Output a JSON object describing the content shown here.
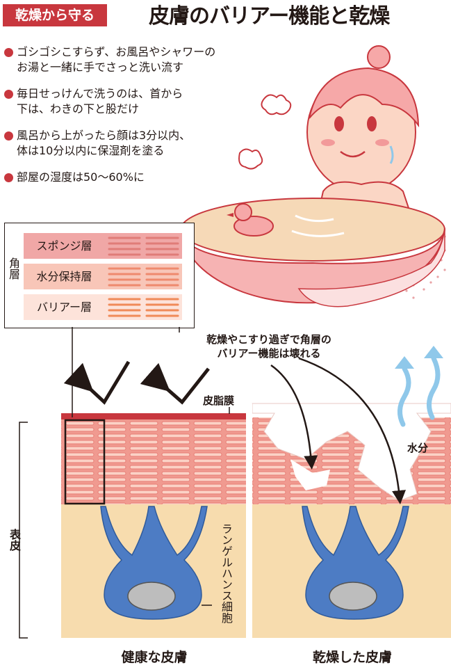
{
  "header": {
    "tag": "乾燥から守る",
    "title": "皮膚のバリアー機能と乾燥"
  },
  "tips": [
    {
      "line1": "ゴシゴシこすらず、お風呂やシャワーの",
      "line2": "お湯と一緒に手でさっと洗い流す"
    },
    {
      "line1": "毎日せっけんで洗うのは、首から",
      "line2": "下は、わきの下と股だけ"
    },
    {
      "line1": "風呂から上がったら顔は3分以内、",
      "line2": "体は10分以内に保湿剤を塗る"
    },
    {
      "line1": "部屋の湿度は50〜60%に",
      "line2": ""
    }
  ],
  "inset": {
    "side_label": "角層",
    "layers": [
      "スポンジ層",
      "水分保持層",
      "バリアー層"
    ]
  },
  "diagram": {
    "annotation_line1": "乾燥やこすり過ぎで角層の",
    "annotation_line2": "バリアー機能は壊れる",
    "sebum_label": "皮脂膜",
    "water_label": "水分",
    "epidermis_label": "表皮",
    "langerhans_label": "ランゲルハンス細胞",
    "caption_healthy": "健康な皮膚",
    "caption_dry": "乾燥した皮膚"
  },
  "colors": {
    "accent_red": "#c8373e",
    "skin_pink": "#f3a3a6",
    "layer_pink": "#e58f8c",
    "epidermis": "#f7dcae",
    "cell_blue": "#4d7cc4",
    "water_blue": "#8fc8ea"
  }
}
